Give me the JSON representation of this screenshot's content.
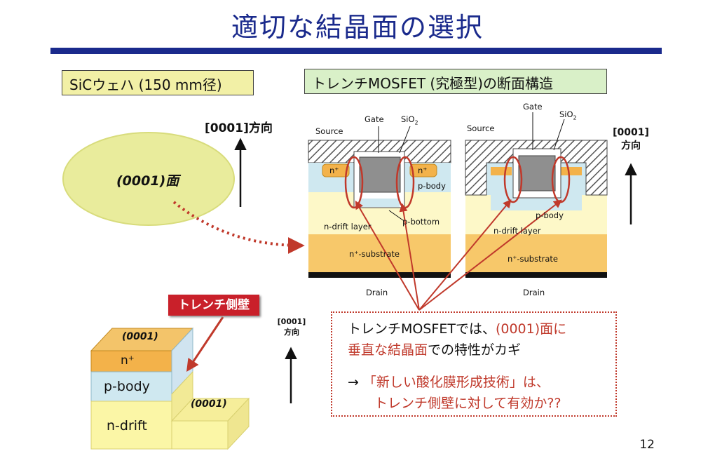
{
  "slide": {
    "title": "適切な結晶面の選択",
    "page_number": "12"
  },
  "wafer": {
    "label": "SiCウェハ (150 mm径)",
    "face_label": "(0001)面",
    "direction_label": "[0001]方向"
  },
  "mosfet": {
    "label": "トレンチMOSFET (究極型)の断面構造",
    "left": {
      "source": "Source",
      "gate": "Gate",
      "sio2": "SiO",
      "sio2_sub": "2",
      "nplus_left": "n⁺",
      "nplus_right": "n⁺",
      "pbody": "p-body",
      "pbottom": "p-bottom",
      "ndrift": "n-drift layer",
      "substrate": "n⁺-substrate",
      "drain": "Drain"
    },
    "right": {
      "source": "Source",
      "gate": "Gate",
      "sio2": "SiO",
      "sio2_sub": "2",
      "pbody": "p-body",
      "ndrift": "n-drift layer",
      "substrate": "n⁺-substrate",
      "drain": "Drain",
      "direction_line1": "[0001]",
      "direction_line2": "方向"
    }
  },
  "block": {
    "sidewall_label": "トレンチ側壁",
    "top_face": "(0001)",
    "step_face": "(0001)",
    "nplus": "n⁺",
    "pbody": "p-body",
    "ndrift": "n-drift",
    "direction_line1": "[0001]",
    "direction_line2": "方向"
  },
  "note": {
    "line1_a": "トレンチMOSFETでは、",
    "line1_b": "(0001)面に",
    "line2_a": "垂直な結晶面",
    "line2_b": "での特性がカギ",
    "line3_arrow": "→",
    "line3": "「新しい酸化膜形成技術」は、",
    "line4": "トレンチ側壁に対して有効か??"
  },
  "colors": {
    "title": "#1a2a8c",
    "accent_red": "#c0392b",
    "wafer": "#eef0a0",
    "substrate": "#f7c86a",
    "drift": "#fdf8c8",
    "pbody": "#cfe8f0",
    "nplus": "#f3b24a"
  }
}
